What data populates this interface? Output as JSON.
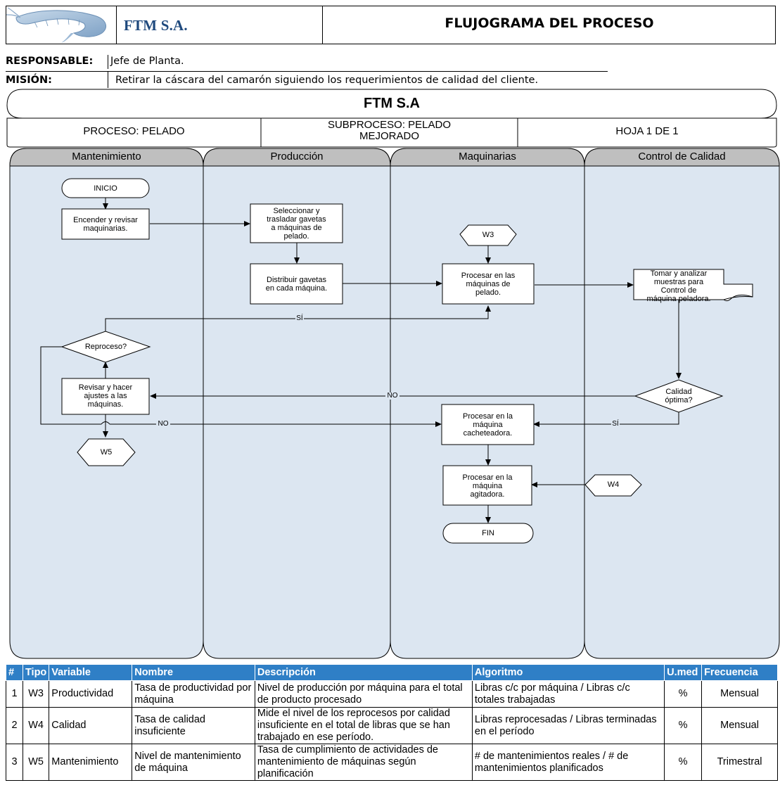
{
  "header": {
    "company": "FTM S.A.",
    "title": "FLUJOGRAMA DEL PROCESO"
  },
  "info": {
    "responsable_label": "RESPONSABLE:",
    "responsable_value": "Jefe de Planta.",
    "mision_label": "MISIÓN:",
    "mision_value": "Retirar la cáscara del camarón siguiendo los requerimientos de calidad del cliente."
  },
  "diagram": {
    "title": "FTM S.A",
    "proceso": "PROCESO: PELADO",
    "subproceso_1": "SUBPROCESO: PELADO",
    "subproceso_2": "MEJORADO",
    "hoja": "HOJA 1 DE 1",
    "lanes": [
      "Mantenimiento",
      "Producción",
      "Maquinarias",
      "Control de Calidad"
    ],
    "nodes": {
      "inicio": "INICIO",
      "encender": [
        "Encender y revisar",
        "maquinarias."
      ],
      "seleccionar": [
        "Seleccionar y",
        "trasladar gavetas",
        "a máquinas de",
        "pelado."
      ],
      "distribuir": [
        "Distribuir gavetas",
        "en cada máquina."
      ],
      "w3": "W3",
      "procesar_pelado": [
        "Procesar en las",
        "máquinas de",
        "pelado."
      ],
      "tomar": [
        "Tomar y analizar",
        "muestras para",
        "Control de",
        "máquina peladora."
      ],
      "reproceso": "Reproceso?",
      "revisar": [
        "Revisar y hacer",
        "ajustes a las",
        "máquinas."
      ],
      "calidad": [
        "Calidad",
        "óptima?"
      ],
      "w5": "W5",
      "cacheteadora": [
        "Procesar en la",
        "máquina",
        "cacheteadora."
      ],
      "agitadora": [
        "Procesar en la",
        "máquina",
        "agitadora."
      ],
      "w4": "W4",
      "fin": "FIN"
    },
    "edge_labels": {
      "si_top": "SÍ",
      "no_mid": "NO",
      "no_left": "NO",
      "si_right": "SÍ"
    }
  },
  "table": {
    "headers": [
      "#",
      "Tipo",
      "Variable",
      "Nombre",
      "Descripción",
      "Algoritmo",
      "U.med",
      "Frecuencia"
    ],
    "rows": [
      {
        "num": "1",
        "tipo": "W3",
        "variable": "Productividad",
        "nombre": "Tasa de productividad por máquina",
        "descripcion": "Nivel de producción por máquina para el total de producto procesado",
        "algoritmo": "Libras c/c por máquina / Libras c/c totales trabajadas",
        "umed": "%",
        "frecuencia": "Mensual"
      },
      {
        "num": "2",
        "tipo": "W4",
        "variable": "Calidad",
        "nombre": "Tasa de calidad insuficiente",
        "descripcion": "Mide el nivel de los reprocesos por calidad insuficiente en el total de libras que se han trabajado en ese período.",
        "algoritmo": "Libras reprocesadas / Libras terminadas en el período",
        "umed": "%",
        "frecuencia": "Mensual"
      },
      {
        "num": "3",
        "tipo": "W5",
        "variable": "Mantenimiento",
        "nombre": "Nivel de mantenimiento de máquina",
        "descripcion": "Tasa de cumplimiento de actividades de mantenimiento de máquinas según planificación",
        "algoritmo": "# de mantenimientos reales / # de mantenimientos planificados",
        "umed": "%",
        "frecuencia": "Trimestral"
      }
    ]
  },
  "colors": {
    "lane_fill": "#dce6f1",
    "lane_header": "#bfbfbf",
    "table_header": "#2f7fc6",
    "company_text": "#1f497d"
  }
}
